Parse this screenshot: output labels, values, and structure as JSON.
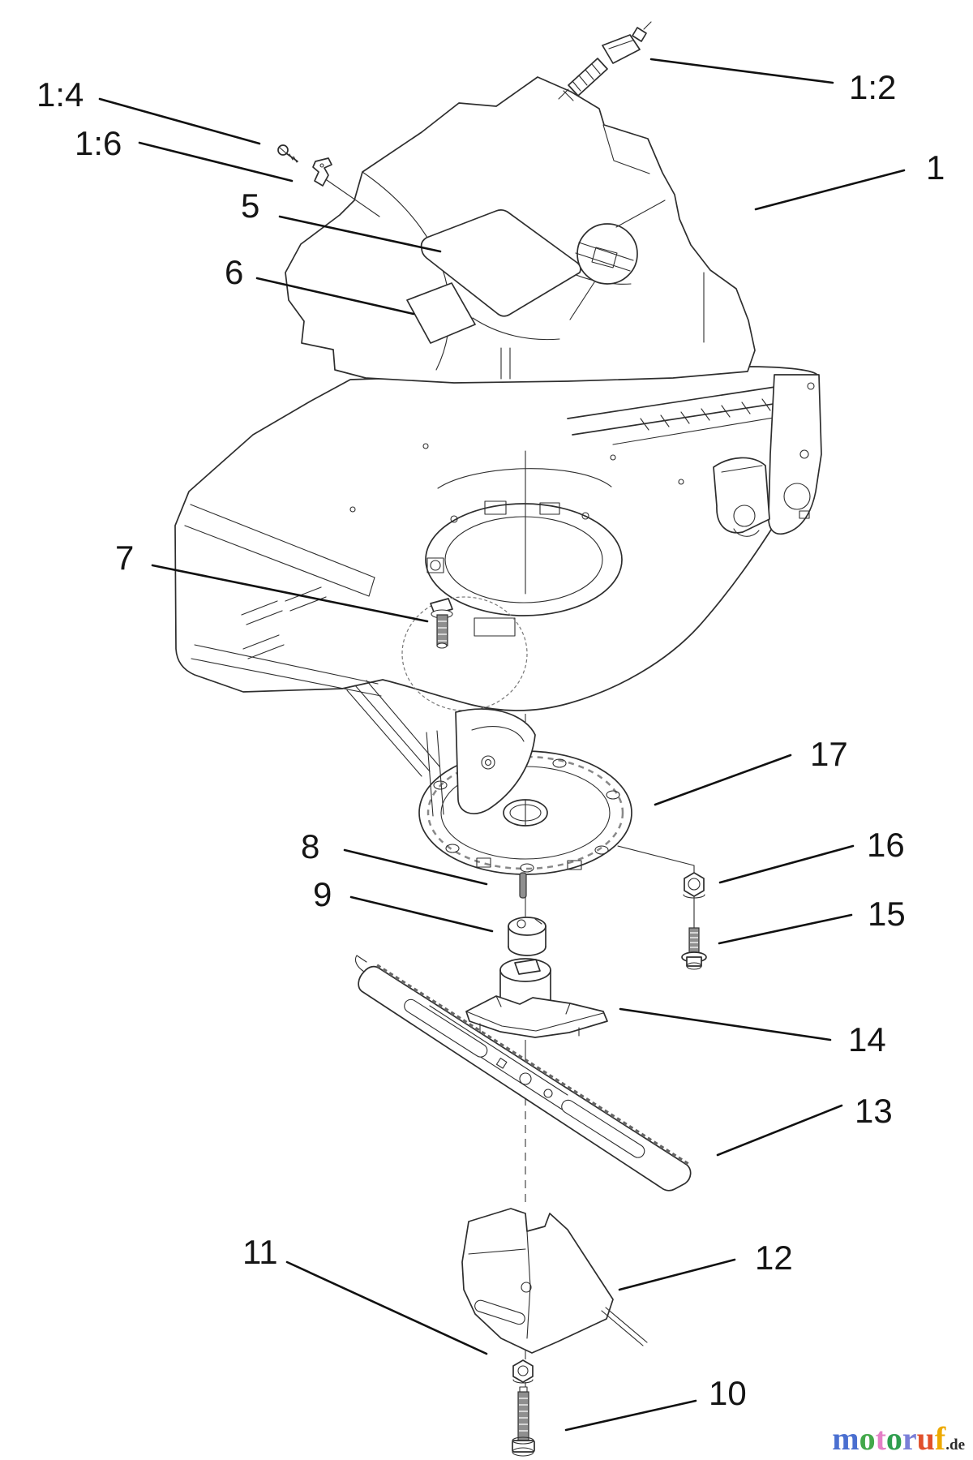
{
  "page": {
    "background": "#ffffff"
  },
  "diagram": {
    "line_color": "#2e2e2e",
    "label_color": "#151515",
    "callouts": {
      "c1_4": "1:4",
      "c1_6": "1:6",
      "c5": "5",
      "c6": "6",
      "c1_2": "1:2",
      "c1": "1",
      "c7": "7",
      "c8": "8",
      "c9": "9",
      "c10": "10",
      "c11": "11",
      "c12": "12",
      "c13": "13",
      "c14": "14",
      "c15": "15",
      "c16": "16",
      "c17": "17"
    }
  },
  "watermark": {
    "letters": [
      {
        "ch": "m",
        "color": "#4a6fd0"
      },
      {
        "ch": "o",
        "color": "#43a84a"
      },
      {
        "ch": "t",
        "color": "#e57fc6"
      },
      {
        "ch": "o",
        "color": "#2f9e4f"
      },
      {
        "ch": "r",
        "color": "#7a7fd8"
      },
      {
        "ch": "u",
        "color": "#e1502b"
      },
      {
        "ch": "f",
        "color": "#eda900"
      }
    ],
    "suffix": ".de",
    "suffix_color": "#2b2b2b"
  }
}
